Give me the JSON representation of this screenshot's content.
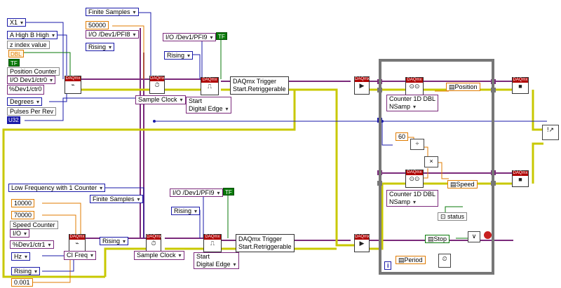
{
  "top": {
    "counter_channel": "X1",
    "decoding_type": "A High B High",
    "z_index_label": "z index value",
    "z_index_type": "DBL",
    "tf_label": "TF",
    "position_counter_label": "Position Counter",
    "position_counter_value": "Dev1/ctr0",
    "units": "Degrees",
    "pulses_per_rev_label": "Pulses Per Rev",
    "pulses_per_rev_type": "U32",
    "sample_mode": "Finite Samples",
    "sample_rate": "50000",
    "clock_source": "/Dev1/PFI8",
    "clock_edge": "Rising",
    "timing_type": "Sample Clock",
    "trigger_source": "/Dev1/PFI9",
    "trigger_edge": "Rising",
    "trigger_bool": "TF",
    "trigger_type": "Start\nDigital Edge",
    "trigger_node_title": "DAQmx Trigger",
    "trigger_node_prop": "Start.Retriggerable"
  },
  "bottom": {
    "measurement_type": "Low Frequency with 1 Counter",
    "value_1": "10000",
    "value_2": "70000",
    "speed_counter_label": "Speed Counter",
    "speed_counter_value": "Dev1/ctr1",
    "units": "Hz",
    "edge": "Rising",
    "min_value": "0.001",
    "ci_type": "CI Freq",
    "sample_mode": "Finite Samples",
    "clock_edge": "Rising",
    "timing_type": "Sample Clock",
    "trigger_source": "/Dev1/PFI9",
    "trigger_edge": "Rising",
    "trigger_bool": "TF",
    "trigger_type": "Start\nDigital Edge",
    "trigger_node_title": "DAQmx Trigger",
    "trigger_node_prop": "Start.Retriggerable"
  },
  "loop": {
    "read_type_1": "Counter 1D DBL\nNSamp",
    "read_type_2": "Counter 1D DBL\nNSamp",
    "position_indicator": "Position",
    "speed_indicator": "Speed",
    "constant_60": "60",
    "status_label": "status",
    "stop_label": "Stop",
    "period_label": "Period",
    "iteration_label": "i",
    "divide_symbol": "÷",
    "multiply_symbol": "×"
  },
  "daqmx_label": "DAQmx",
  "colors": {
    "wire_purple": "#7b2a7b",
    "wire_orange": "#e07b00",
    "wire_yellow": "#c8c800",
    "wire_green": "#0a7a0a",
    "wire_blue": "#1a1aa8",
    "daqmx_red": "#b00000"
  }
}
